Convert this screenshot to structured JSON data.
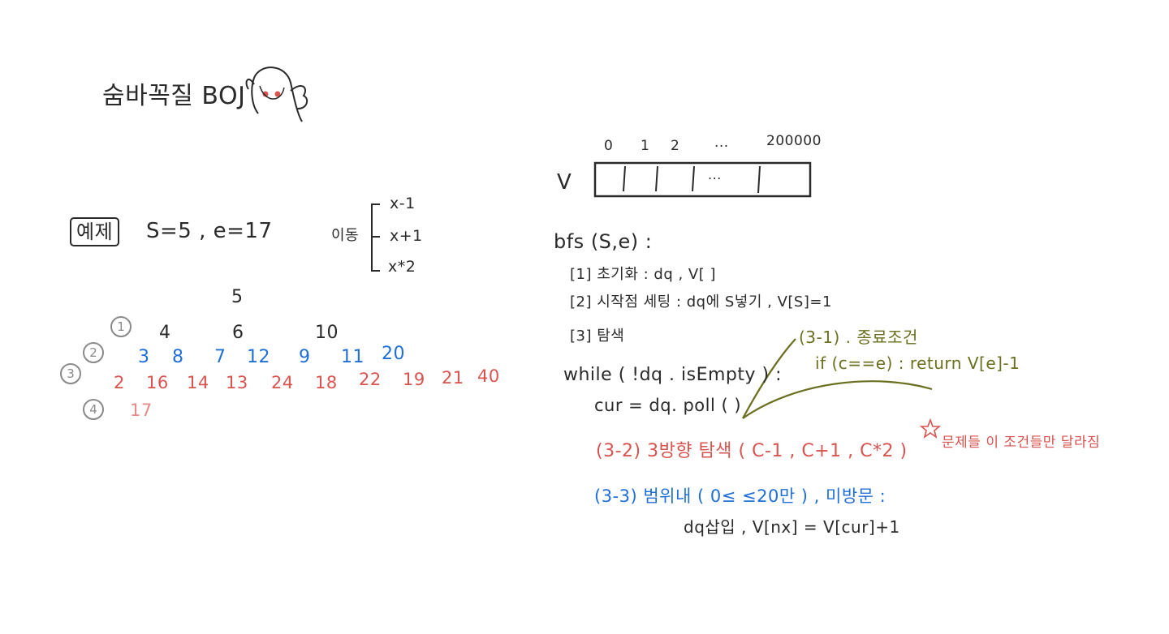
{
  "title": "숨바꼭질 BOJ",
  "example": {
    "label": "예제",
    "params": "S=5 , e=17",
    "move_label": "이동",
    "moves": [
      "x-1",
      "x+1",
      "x*2"
    ]
  },
  "tree": {
    "root": "5",
    "level_labels": [
      "1",
      "2",
      "3",
      "4"
    ],
    "level1": [
      "4",
      "6",
      "10"
    ],
    "level2": [
      "3",
      "8",
      "7",
      "12",
      "9",
      "11",
      "20"
    ],
    "level3": [
      "2",
      "16",
      "14",
      "13",
      "24",
      "18",
      "22",
      "19",
      "21",
      "40"
    ],
    "level4": [
      "17"
    ]
  },
  "array": {
    "name": "V",
    "indices": [
      "0",
      "1",
      "2",
      "...",
      "200000"
    ],
    "cell_dots": "..."
  },
  "code": {
    "bfs_sig": "bfs (S,e) :",
    "step1": "[1] 초기화 : dq , V[ ]",
    "step2": "[2] 시작점 세팅 : dq에 S넣기 , V[S]=1",
    "step3": "[3] 탐색",
    "while_line": "while ( !dq . isEmpty ) :",
    "cur_line": "cur = dq. poll ( )",
    "cond_title": "(3-1) . 종료조건",
    "cond_body": "if (c==e) : return V[e]-1",
    "step32": "(3-2) 3방향 탐색 ( C-1 , C+1 , C*2 )",
    "step32_note": "문제들 이 조건들만 달라짐",
    "step33": "(3-3) 범위내 ( 0≤      ≤20만 ) , 미방문 :",
    "step33_body": "dq삽입 , V[nx] = V[cur]+1"
  },
  "colors": {
    "ink": "#2a2a2a",
    "blue": "#1f6fd6",
    "red": "#d9534f",
    "olive": "#6b6f1f",
    "grey": "#8a8a8a"
  }
}
